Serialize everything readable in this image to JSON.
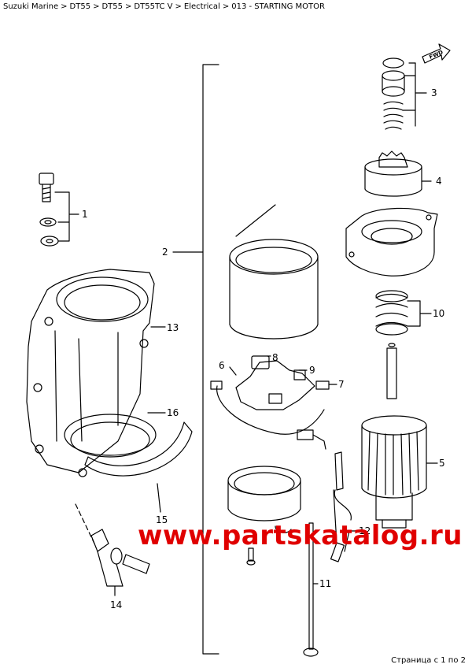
{
  "breadcrumb": {
    "items": [
      "Suzuki Marine",
      "DT55",
      "DT55",
      "DT55TC V",
      "Electrical",
      "013 - STARTING MOTOR"
    ],
    "separator": ">"
  },
  "diagram": {
    "fwd_label": "FWD",
    "callouts": [
      "1",
      "2",
      "3",
      "4",
      "5",
      "6",
      "7",
      "8",
      "9",
      "10",
      "11",
      "12",
      "13",
      "14",
      "15",
      "16"
    ]
  },
  "watermark": "www.partskatalog.ru",
  "footer": {
    "page_text": "Страница с 1 по 2"
  },
  "colors": {
    "watermark": "#e00000",
    "line": "#000000"
  }
}
